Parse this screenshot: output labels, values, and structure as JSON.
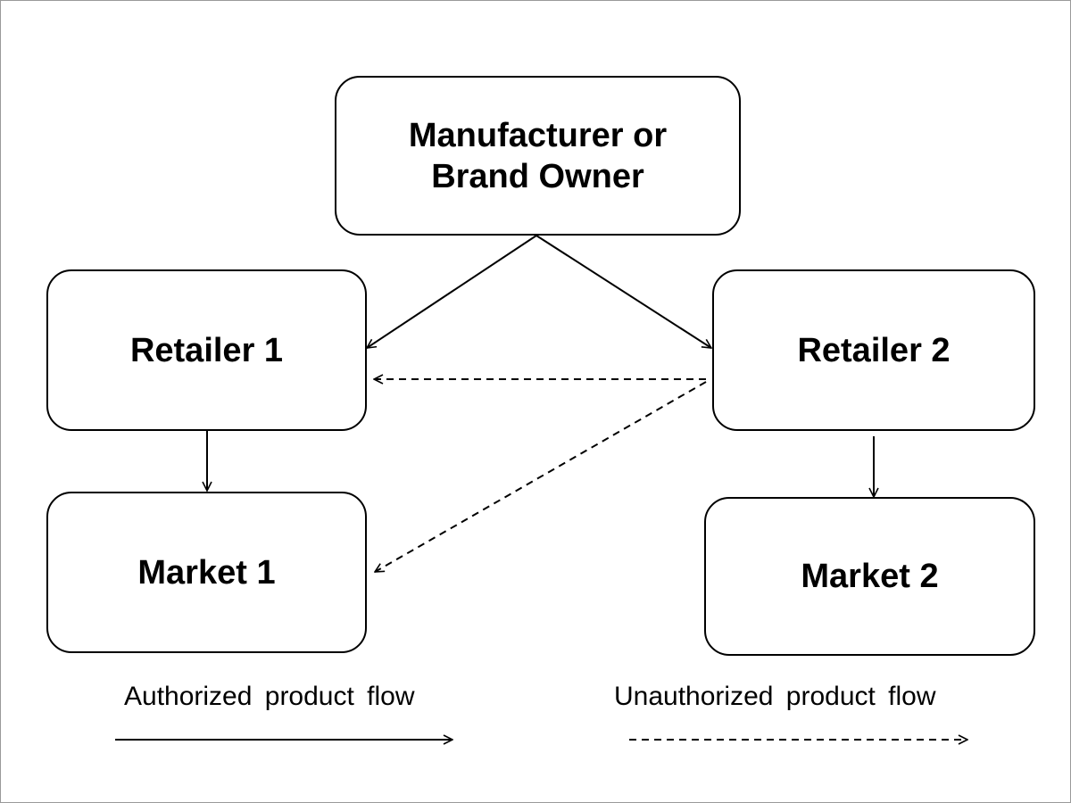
{
  "nodes": {
    "manufacturer": {
      "line1": "Manufacturer or",
      "line2": "Brand Owner"
    },
    "retailer1": "Retailer 1",
    "retailer2": "Retailer 2",
    "market1": "Market 1",
    "market2": "Market 2"
  },
  "legend": {
    "authorized": "Authorized product flow",
    "unauthorized": "Unauthorized product flow"
  },
  "edges": [
    {
      "from": "manufacturer",
      "to": "retailer1",
      "style": "solid"
    },
    {
      "from": "manufacturer",
      "to": "retailer2",
      "style": "solid"
    },
    {
      "from": "retailer1",
      "to": "market1",
      "style": "solid"
    },
    {
      "from": "retailer2",
      "to": "market2",
      "style": "solid"
    },
    {
      "from": "retailer2",
      "to": "retailer1",
      "style": "dashed"
    },
    {
      "from": "retailer2",
      "to": "market1",
      "style": "dashed"
    }
  ],
  "colors": {
    "stroke": "#000000",
    "background": "#ffffff",
    "frame": "#9a9a9a"
  }
}
